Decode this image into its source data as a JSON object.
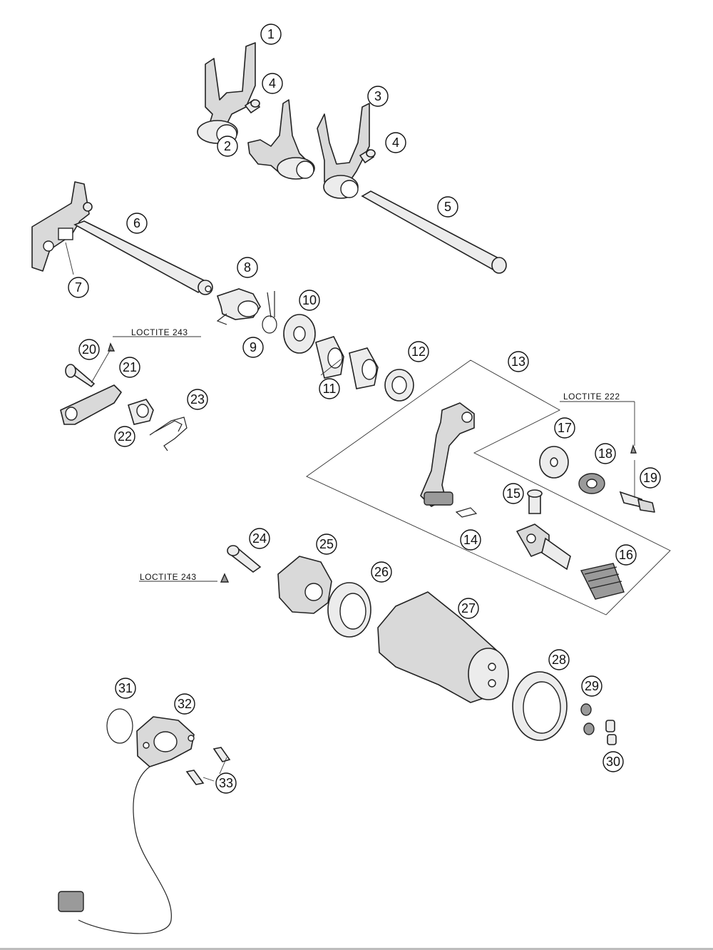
{
  "callouts": [
    "1",
    "2",
    "3",
    "4",
    "4",
    "5",
    "6",
    "7",
    "8",
    "9",
    "10",
    "11",
    "12",
    "13",
    "14",
    "15",
    "16",
    "17",
    "18",
    "19",
    "20",
    "21",
    "22",
    "23",
    "24",
    "25",
    "26",
    "27",
    "28",
    "29",
    "30",
    "31",
    "32",
    "33"
  ],
  "notes": [
    "LOCTITE 243",
    "LOCTITE 222",
    "LOCTITE 243"
  ],
  "colors": {
    "line": "#222222",
    "fill": "#d9d9d9",
    "background": "#ffffff"
  }
}
